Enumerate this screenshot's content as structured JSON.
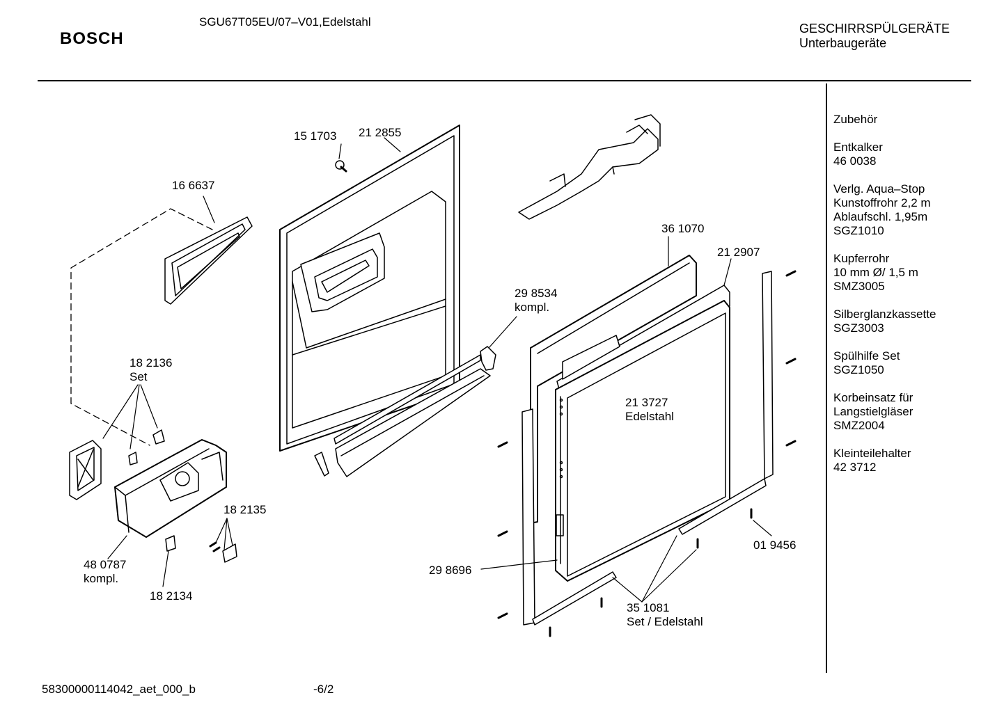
{
  "header": {
    "brand": "BOSCH",
    "model": "SGU67T05EU/07–V01,Edelstahl",
    "category_line1": "GESCHIRRSPÜLGERÄTE",
    "category_line2": "Unterbaugeräte"
  },
  "accessories": {
    "title": "Zubehör",
    "items": [
      {
        "lines": [
          "Entkalker",
          "46 0038"
        ]
      },
      {
        "lines": [
          "Verlg. Aqua–Stop",
          "Kunstoffrohr 2,2 m",
          "Ablaufschl. 1,95m",
          "SGZ1010"
        ]
      },
      {
        "lines": [
          "Kupferrohr",
          "10 mm Ø/ 1,5 m",
          "SMZ3005"
        ]
      },
      {
        "lines": [
          "Silberglanzkassette",
          "SGZ3003"
        ]
      },
      {
        "lines": [
          "Spülhilfe Set",
          "SGZ1050"
        ]
      },
      {
        "lines": [
          "Korbeinsatz für",
          "Langstielgläser",
          "SMZ2004"
        ]
      },
      {
        "lines": [
          "Kleinteilehalter",
          "42 3712"
        ]
      }
    ]
  },
  "part_labels": {
    "p151703": "15 1703",
    "p212855": "21 2855",
    "p166637": "16 6637",
    "p361070": "36 1070",
    "p212907": "21 2907",
    "p298534": "29 8534",
    "p298534_sub": "kompl.",
    "p182136": "18 2136",
    "p182136_sub": "Set",
    "p213727": "21 3727",
    "p213727_sub": "Edelstahl",
    "p182135": "18 2135",
    "p480787": "48 0787",
    "p480787_sub": "kompl.",
    "p182134": "18 2134",
    "p298696": "29 8696",
    "p019456": "01 9456",
    "p351081": "35 1081",
    "p351081_sub": "Set / Edelstahl"
  },
  "footer": {
    "doc_id": "58300000114042_aet_000_b",
    "page": "-6/2"
  }
}
